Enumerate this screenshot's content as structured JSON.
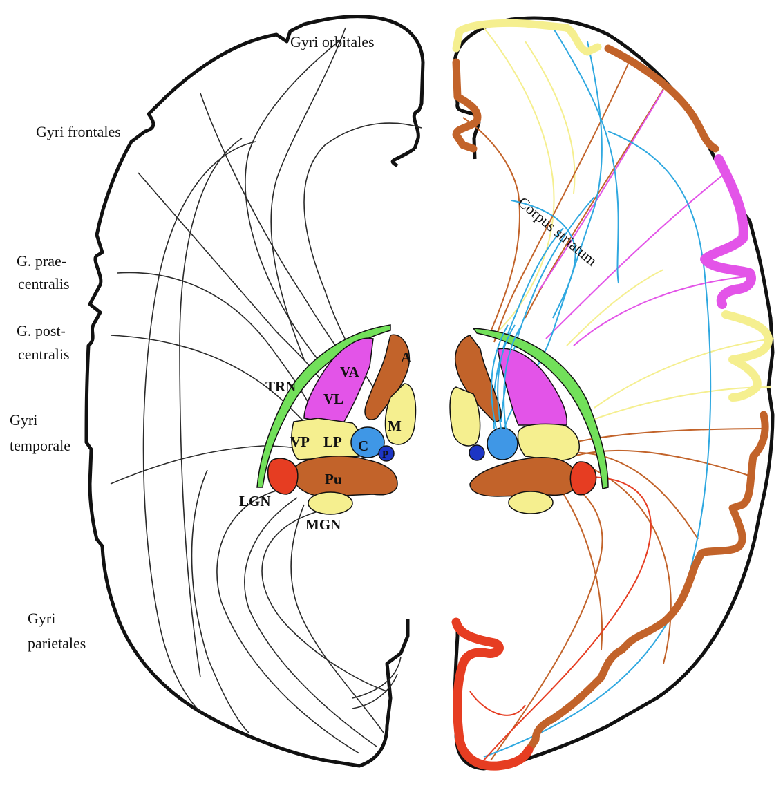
{
  "labels": {
    "gyri_orbitales": "Gyri orbitales",
    "gyri_frontales": "Gyri frontales",
    "g_praecentralis_1": "G. prae-",
    "g_praecentralis_2": "centralis",
    "g_postcentralis_1": "G. post-",
    "g_postcentralis_2": "centralis",
    "gyri_temporale_1": "Gyri",
    "gyri_temporale_2": "temporale",
    "gyri_parietales_1": "Gyri",
    "gyri_parietales_2": "parietales",
    "corpus_striatum": "Corpus striatum"
  },
  "nuclei": {
    "trn": "TRN",
    "va": "VA",
    "vl": "VL",
    "a": "A",
    "m": "M",
    "vp": "VP",
    "lp": "LP",
    "c": "C",
    "p": "P",
    "pu": "Pu",
    "lgn": "LGN",
    "mgn": "MGN"
  },
  "colors": {
    "outline": "#111111",
    "fiber_gray": "#2a2a2a",
    "trn_green": "#72e05a",
    "brown": "#c2632a",
    "magenta": "#e354e8",
    "yellow": "#f5ef8f",
    "blue": "#3f97e6",
    "dark_blue": "#1c35c4",
    "red": "#e63d22",
    "cyan_fiber": "#2fa8e0"
  }
}
